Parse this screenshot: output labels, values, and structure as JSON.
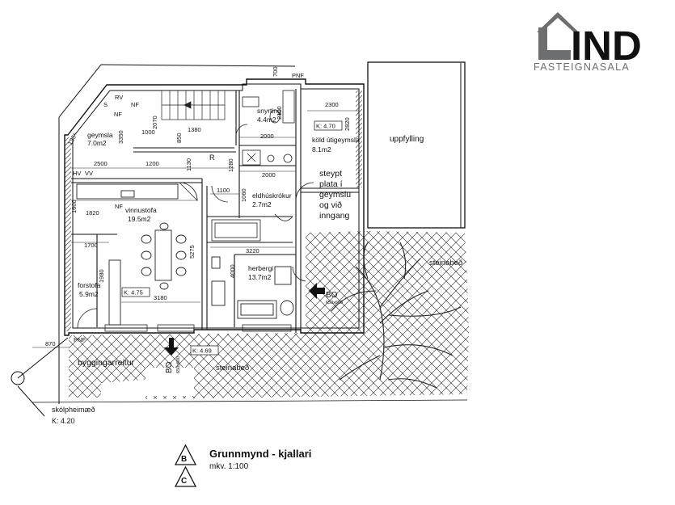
{
  "brand": {
    "logo_text": "LIND",
    "tagline": "FASTEIGNASALA",
    "color": "#6d6e70"
  },
  "title": {
    "badge_b": "B",
    "badge_c": "C",
    "main": "Grunnmynd  -  kjallari",
    "scale": "mkv. 1:100"
  },
  "rooms": {
    "geymsla": "geymsla",
    "geymsla_area": "7.0m2",
    "snyrting": "snyrting",
    "snyrting_area": "4.4m2",
    "koldutigeymsla": "köld útigeymsla",
    "koldutigeymsla_area": "8.1m2",
    "uppfylling": "uppfylling",
    "vinnustofa": "vinnustofa",
    "vinnustofa_area": "19.5m2",
    "eldhuskrokur": "eldhúskrókur",
    "eldhuskrokur_area": "2.7m2",
    "forstofa": "forstofa",
    "forstofa_area": "5.9m2",
    "herbergi": "herbergi",
    "herbergi_area": "13.7m2",
    "byggingarreitur": "byggingarreitur",
    "steinabed_east": "steinabeð",
    "steinabed_south": "steinabeð"
  },
  "note_steypt": [
    "steypt",
    "plata í",
    "geymslu",
    "og við",
    "inngang"
  ],
  "levels": {
    "k470": "K: 4.70",
    "k475": "K: 4.75",
    "k469": "K: 4.69",
    "k420": "K: 4.20"
  },
  "dimensions": {
    "d700": "700",
    "d2300": "2300",
    "d2820": "2820",
    "d2070": "2070",
    "d1000": "1000",
    "d1380": "1380",
    "d850": "850",
    "d3350": "3350",
    "d2500": "2500",
    "d1200": "1200",
    "d1130": "1130",
    "d1280": "1280",
    "d2000a": "2000",
    "d2000b": "2000",
    "d2100": "2100",
    "d1100": "1100",
    "d1060": "1060",
    "d1600": "1600",
    "d1820": "1820",
    "d1700": "1700",
    "d3220": "3220",
    "d5275": "5275",
    "d4000": "4000",
    "d1980": "1980",
    "d3180": "3180",
    "d870": "870",
    "d135": "135°"
  },
  "marks": {
    "rv": "RV",
    "nf1": "NF",
    "nf2": "NF",
    "nf3": "NF",
    "s": "S",
    "hv": "HV",
    "vv": "VV",
    "r": "R",
    "pnf1": "PNF",
    "pnf2": "PNF",
    "bo_east": "BO",
    "bo_east_size": "650x600",
    "bo_south": "BO",
    "bo_south_size": "650x600",
    "skolpheimaed": "skólpheimæð",
    "skolp_level": "K: 4.20"
  }
}
